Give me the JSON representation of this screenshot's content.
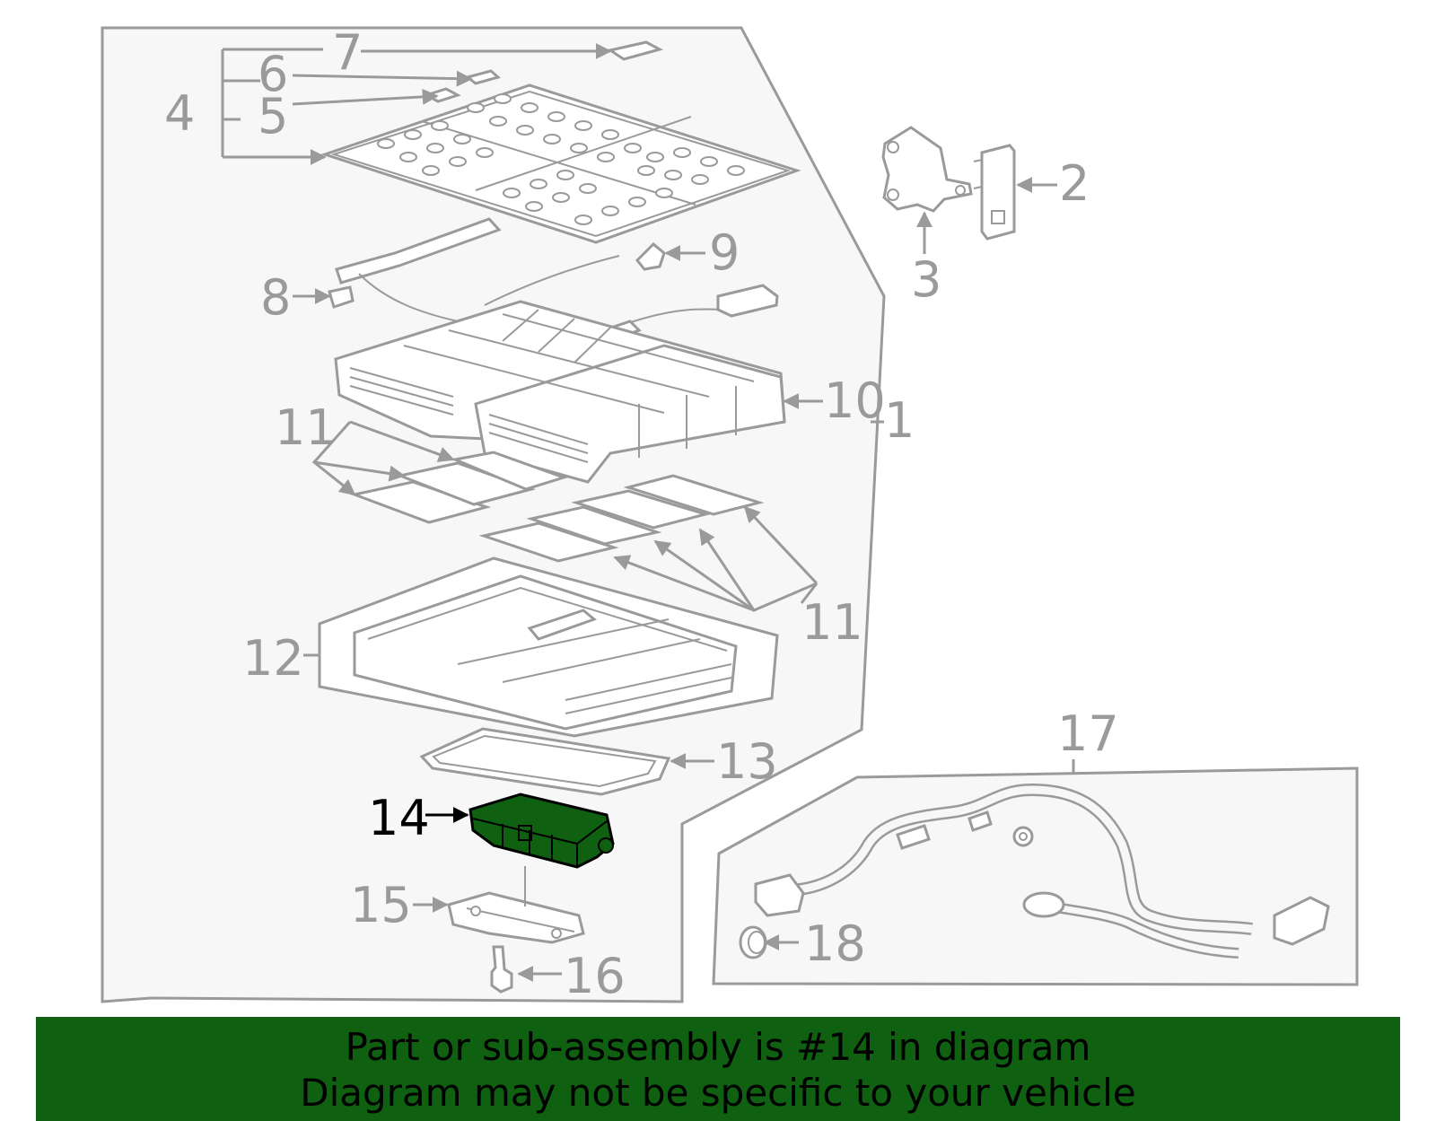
{
  "callouts": {
    "c1": "1",
    "c2": "2",
    "c3": "3",
    "c4": "4",
    "c5": "5",
    "c6": "6",
    "c7": "7",
    "c8": "8",
    "c9": "9",
    "c10": "10",
    "c11a": "11",
    "c11b": "11",
    "c12": "12",
    "c13": "13",
    "c14": "14",
    "c15": "15",
    "c16": "16",
    "c17": "17",
    "c18": "18"
  },
  "highlighted_part": "14",
  "colors": {
    "highlight_fill": "#0f6010",
    "line_gray": "#9a9a9a",
    "panel_fill": "#f7f7f7",
    "banner_background": "#0f6010",
    "banner_text": "#000000"
  },
  "banner": {
    "line1": "Part or sub-assembly is #14 in diagram",
    "line2": "Diagram may not be specific to your vehicle"
  }
}
